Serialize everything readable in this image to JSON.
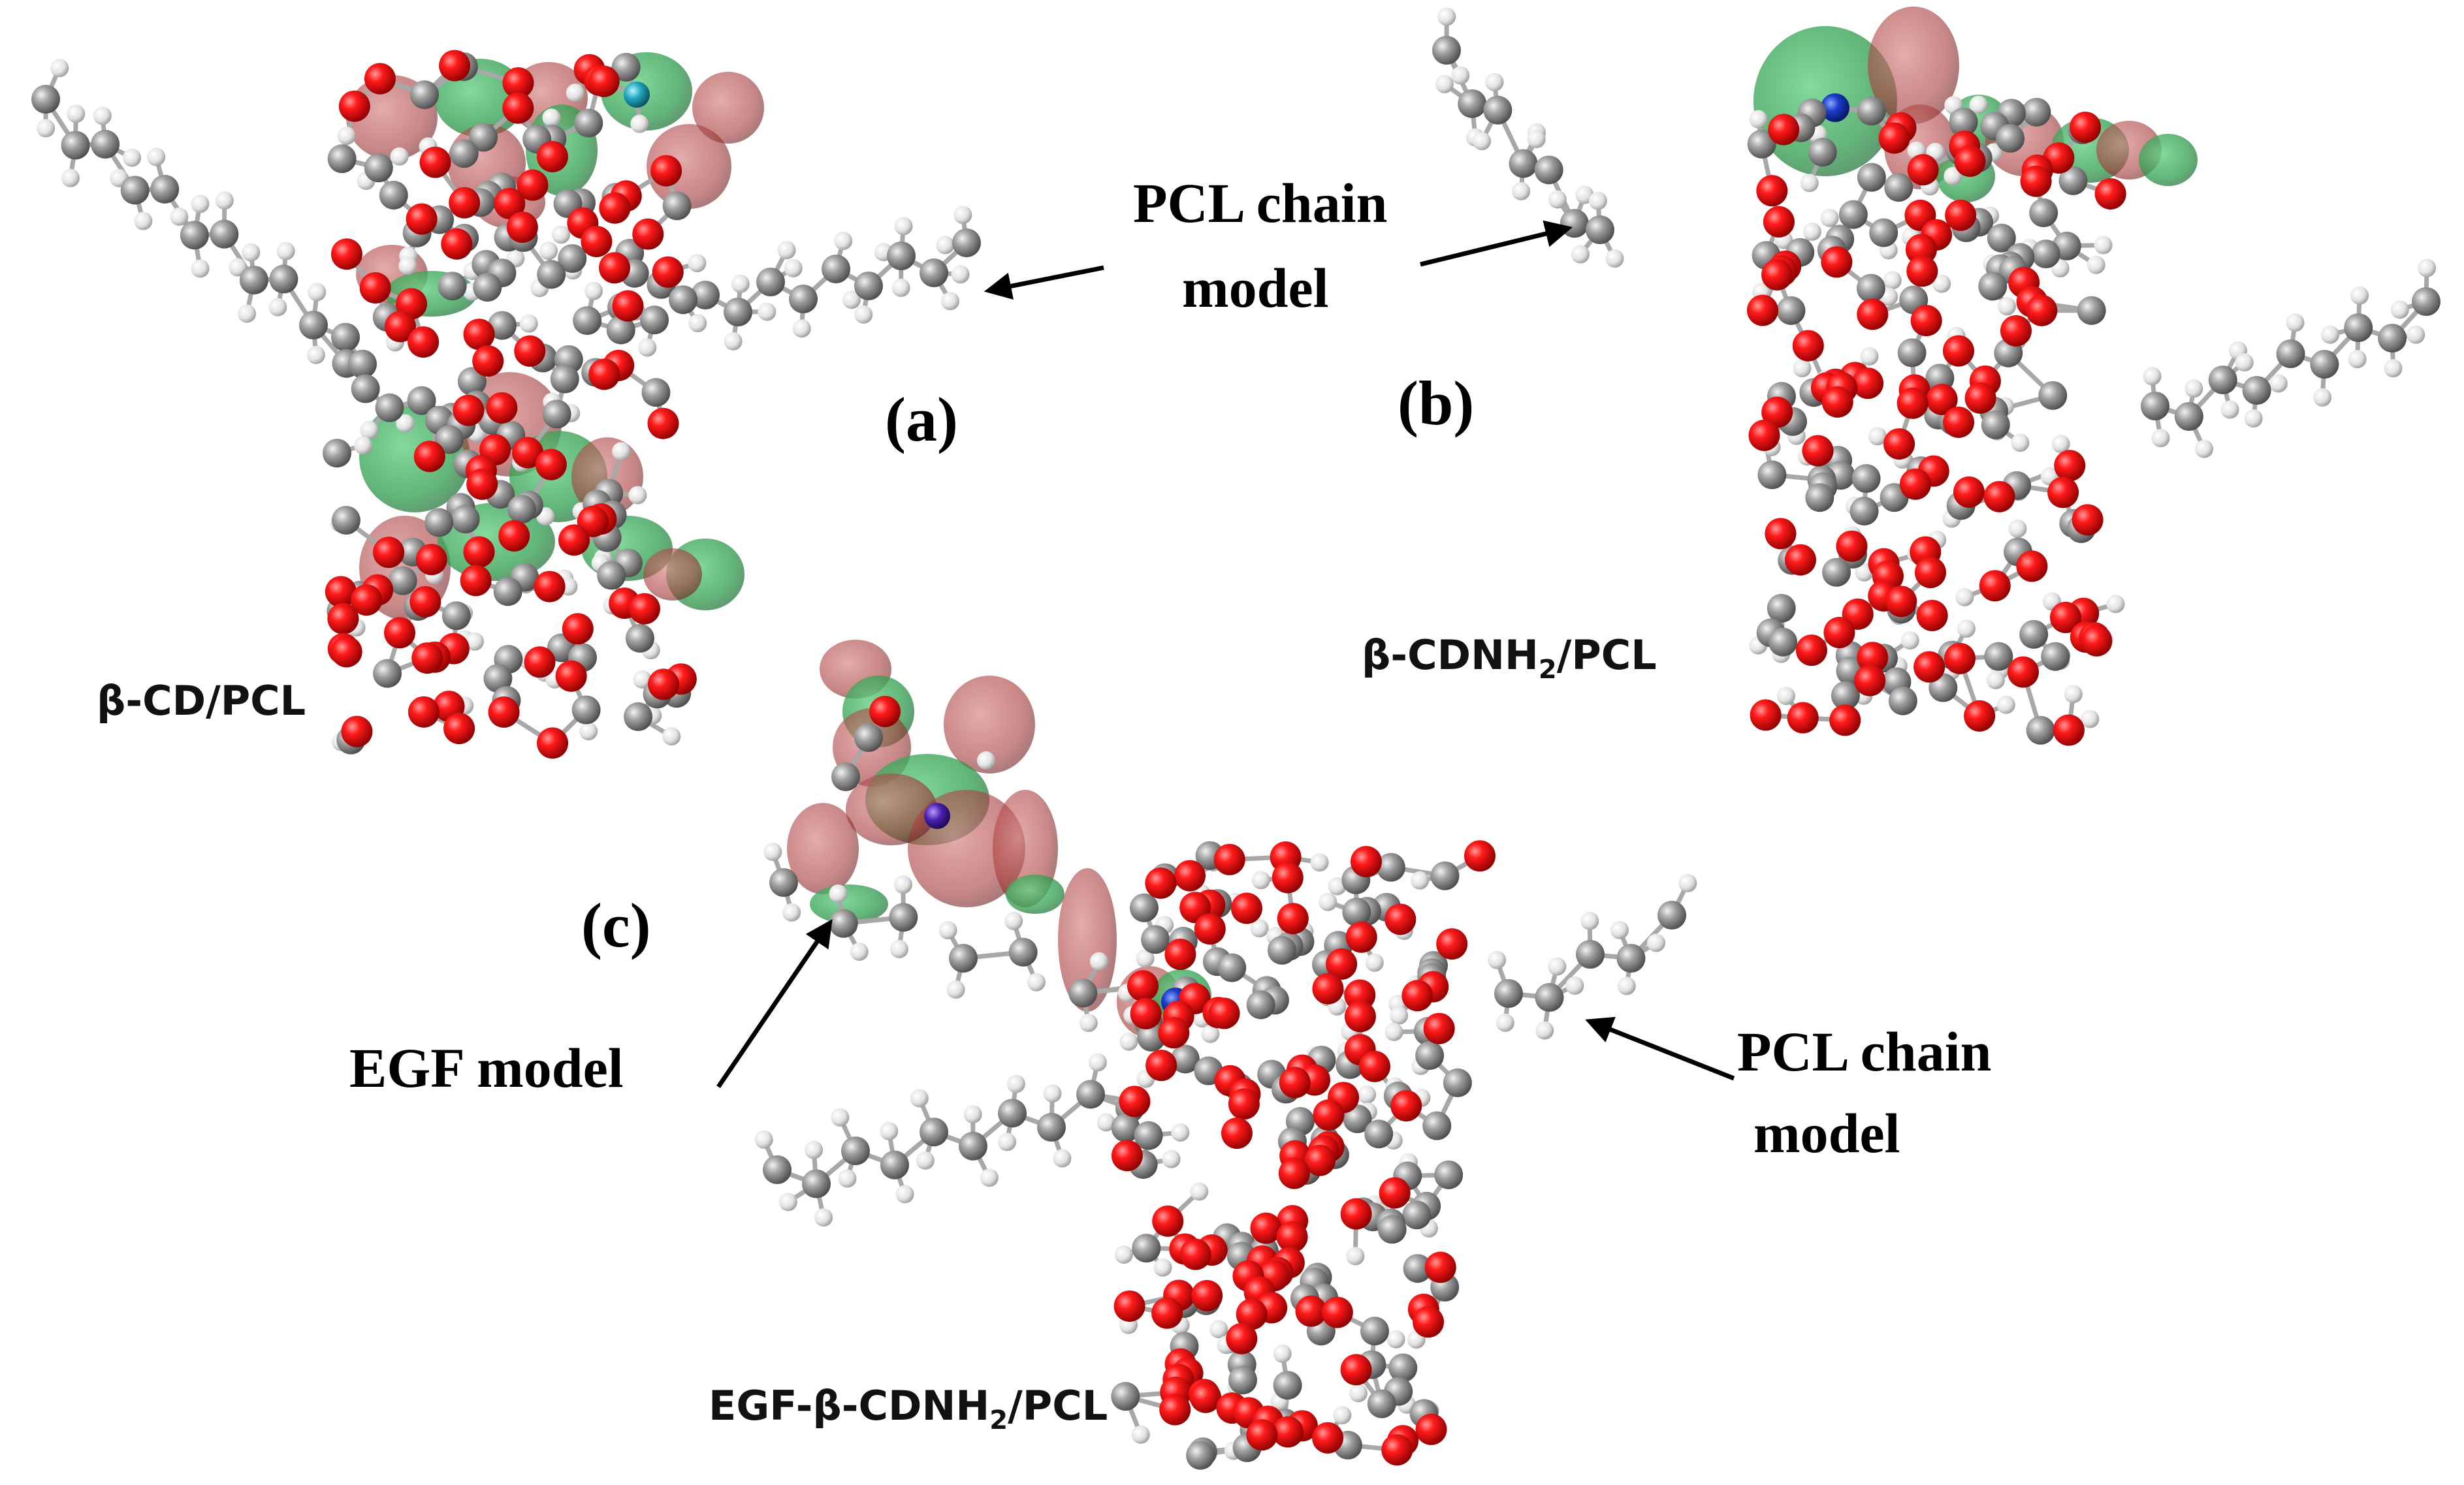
{
  "panels": [
    {
      "id": "a",
      "panel_label": "(a)",
      "caption": "β-CD/PCL"
    },
    {
      "id": "b",
      "panel_label": "(b)",
      "caption_main": "β-CDNH",
      "caption_sub": "2",
      "caption_end": "/PCL"
    },
    {
      "id": "c",
      "panel_label": "(c)",
      "caption_main": "EGF-β-CDNH",
      "caption_sub": "2",
      "caption_end": "/PCL"
    }
  ],
  "annotations": {
    "pcl_top_line1": "PCL chain",
    "pcl_top_line2": "model",
    "egf": "EGF model",
    "pcl_bottom_line1": "PCL chain",
    "pcl_bottom_line2": "model"
  },
  "colors": {
    "oxygen": "#e00000",
    "carbon": "#8c8c8c",
    "hydrogen": "#e6e6e6",
    "nitrogen": "#1530b0",
    "orbital_green": "#2f9e4e",
    "orbital_red": "#a83a3a",
    "bond": "#9a9a9a"
  }
}
